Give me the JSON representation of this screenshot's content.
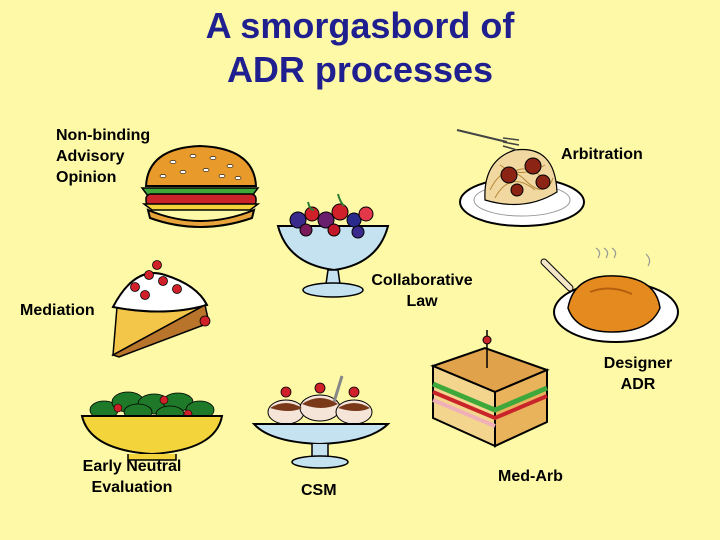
{
  "slide": {
    "title_lines": [
      "A smorgasbord of",
      "ADR processes"
    ],
    "labels": {
      "non_binding": [
        "Non-binding",
        "Advisory",
        "Opinion"
      ],
      "arbitration": "Arbitration",
      "collaborative": [
        "Collaborative",
        "Law"
      ],
      "mediation": "Mediation",
      "designer": [
        "Designer",
        "ADR"
      ],
      "early_neutral": [
        "Early Neutral",
        "Evaluation"
      ],
      "csm": "CSM",
      "med_arb": "Med-Arb"
    },
    "images": [
      "hamburger-icon",
      "spaghetti-icon",
      "fruit-bowl-icon",
      "pie-icon",
      "roast-chicken-icon",
      "sandwich-icon",
      "salad-bowl-icon",
      "sundae-icon"
    ]
  }
}
